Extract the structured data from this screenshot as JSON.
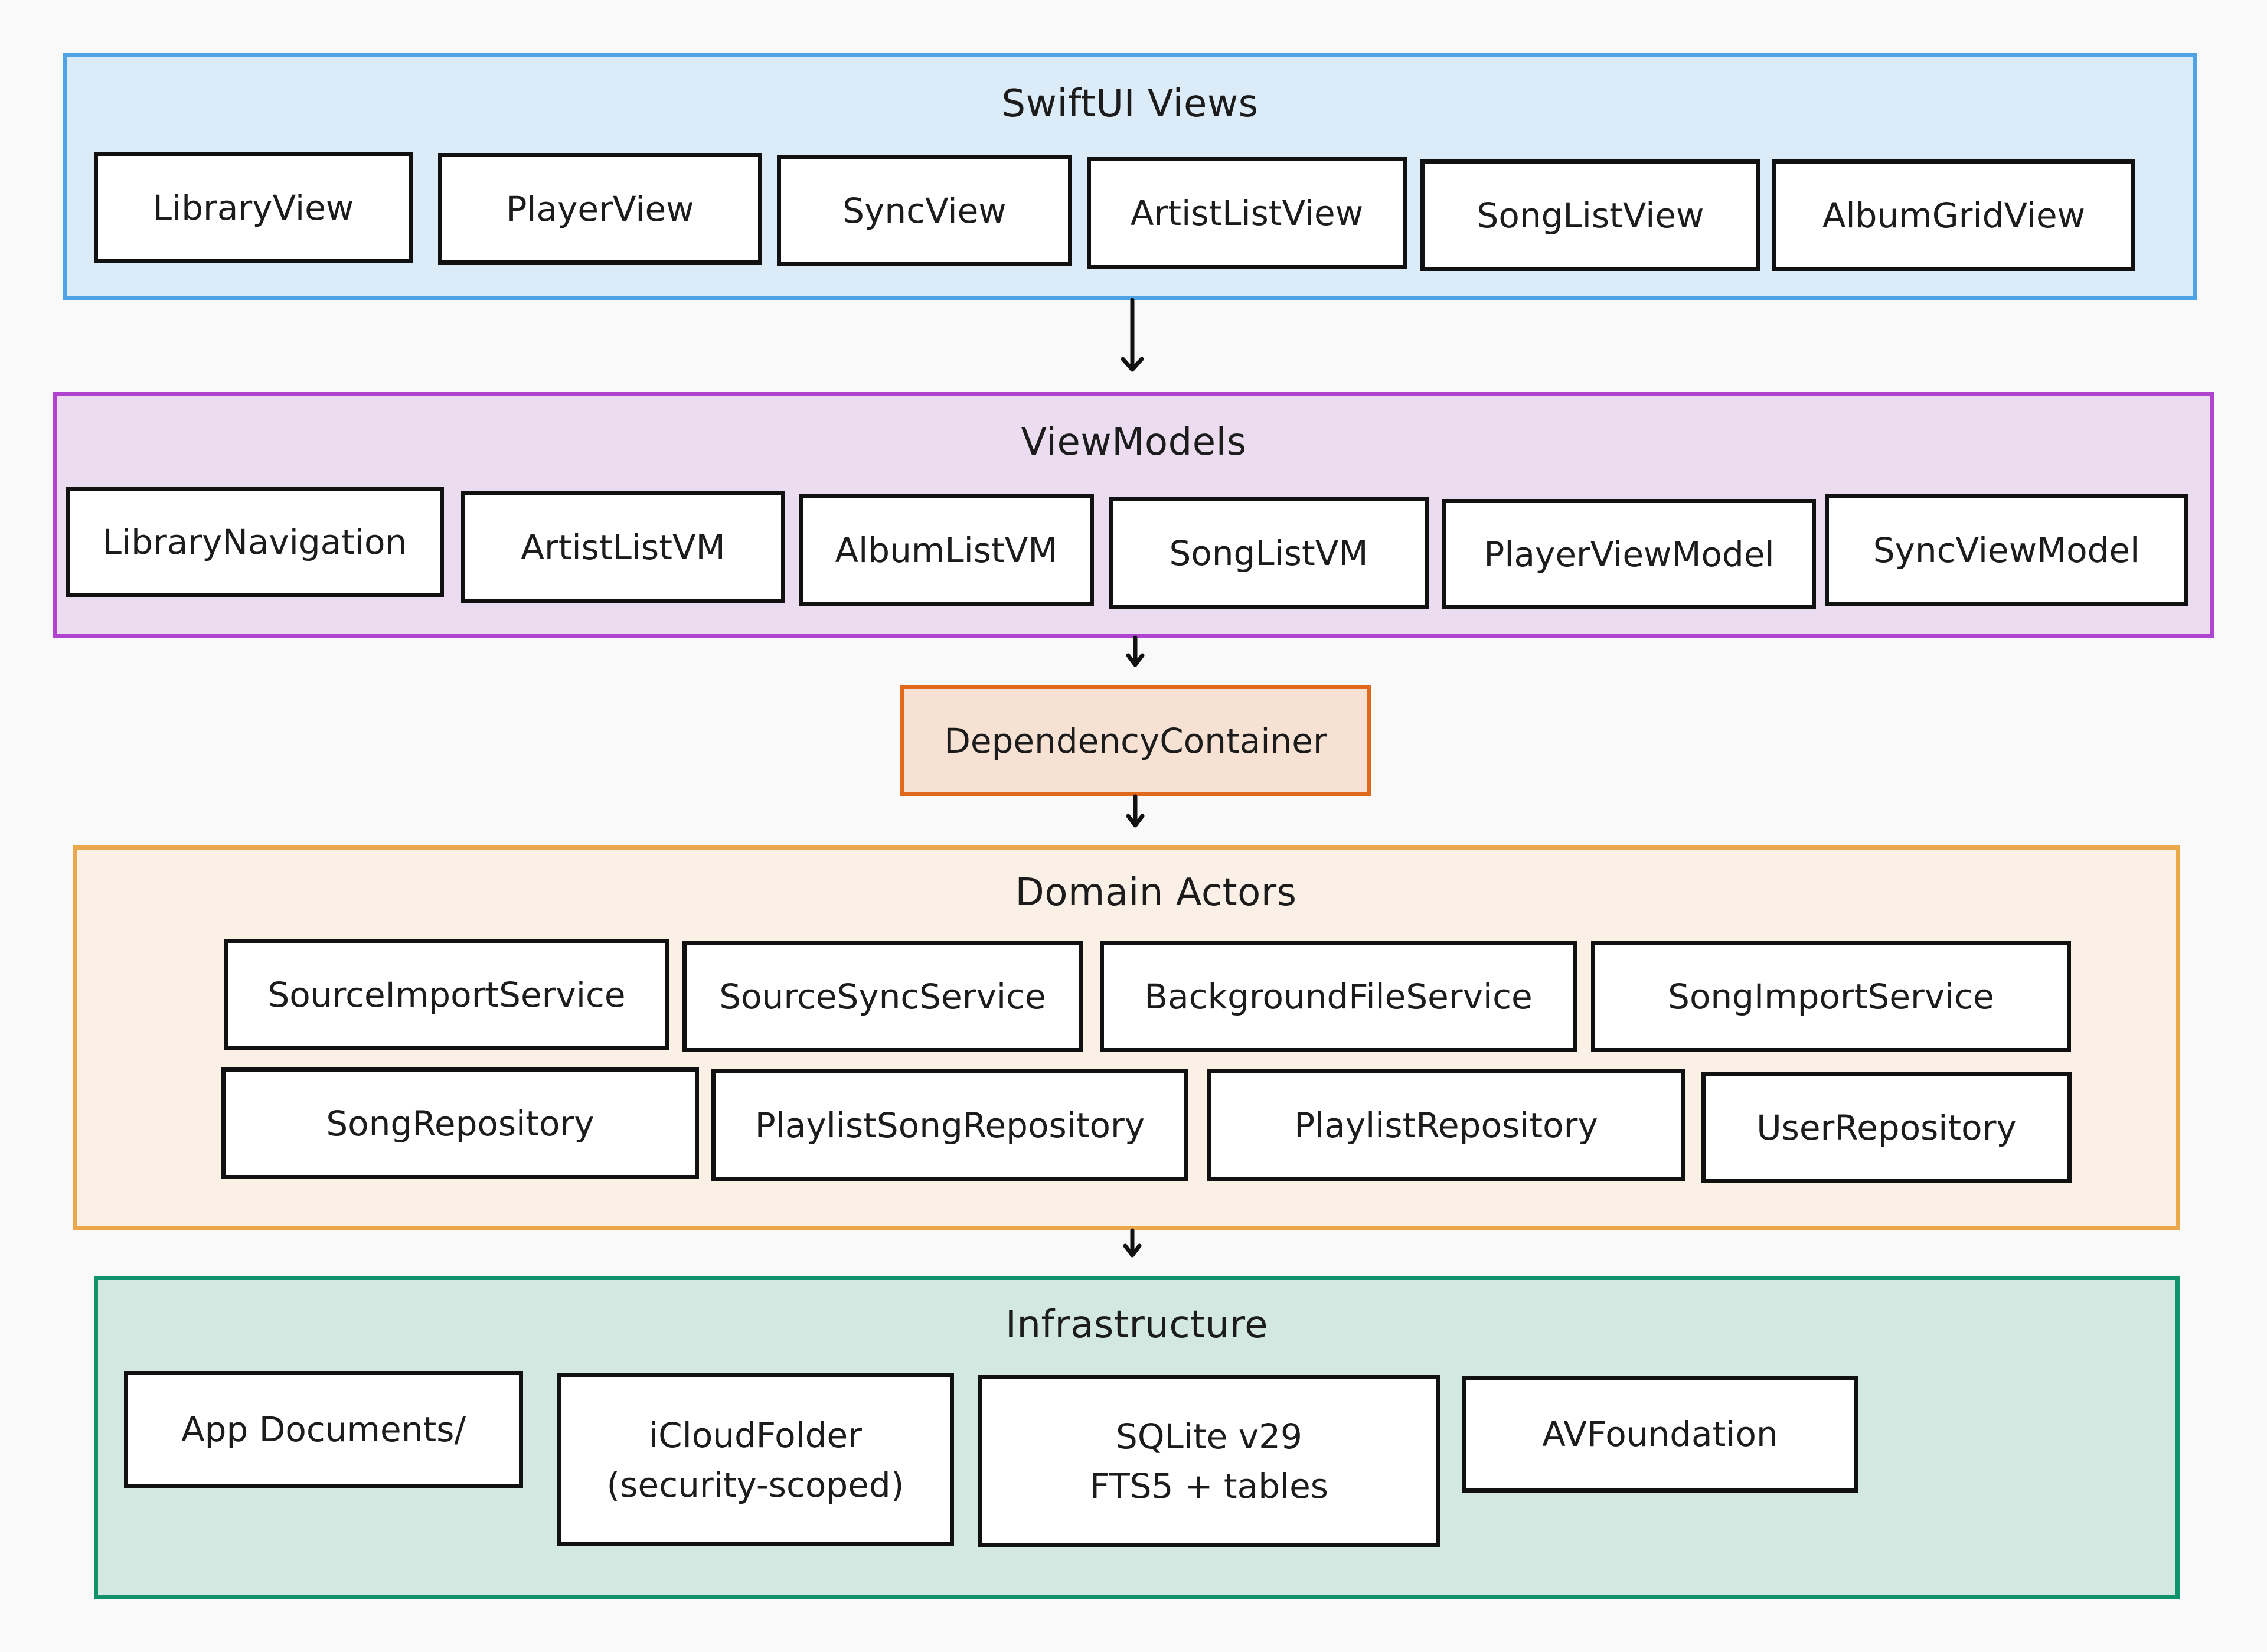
{
  "colors": {
    "page_background": "#f9f9f9",
    "swiftui_border": "#4da3e6",
    "swiftui_fill": "#dcebf8",
    "viewmodels_border": "#b044cf",
    "viewmodels_fill": "#ecdcef",
    "container_border": "#e0691c",
    "container_fill": "#f7e1d3",
    "domain_border": "#eba84b",
    "domain_fill": "#fbf0e5",
    "infra_border": "#10936a",
    "infra_fill": "#d2e8e0",
    "box_border": "#111111",
    "arrow": "#111111"
  },
  "layers": {
    "swiftui": {
      "title": "SwiftUI Views",
      "items": [
        "LibraryView",
        "PlayerView",
        "SyncView",
        "ArtistListView",
        "SongListView",
        "AlbumGridView"
      ]
    },
    "viewmodels": {
      "title": "ViewModels",
      "items": [
        "LibraryNavigation",
        "ArtistListVM",
        "AlbumListVM",
        "SongListVM",
        "PlayerViewModel",
        "SyncViewModel"
      ]
    },
    "container": {
      "label": "DependencyContainer"
    },
    "domain": {
      "title": "Domain Actors",
      "items": [
        "SourceImportService",
        "SourceSyncService",
        "BackgroundFileService",
        "SongImportService",
        "SongRepository",
        "PlaylistSongRepository",
        "PlaylistRepository",
        "UserRepository"
      ]
    },
    "infrastructure": {
      "title": "Infrastructure",
      "items": [
        "App Documents/",
        "iCloudFolder\n(security-scoped)",
        "SQLite v29\nFTS5 + tables",
        "AVFoundation"
      ]
    }
  },
  "edges": [
    {
      "from": "SwiftUI Views",
      "to": "ViewModels"
    },
    {
      "from": "ViewModels",
      "to": "DependencyContainer"
    },
    {
      "from": "DependencyContainer",
      "to": "Domain Actors"
    },
    {
      "from": "Domain Actors",
      "to": "Infrastructure"
    }
  ]
}
